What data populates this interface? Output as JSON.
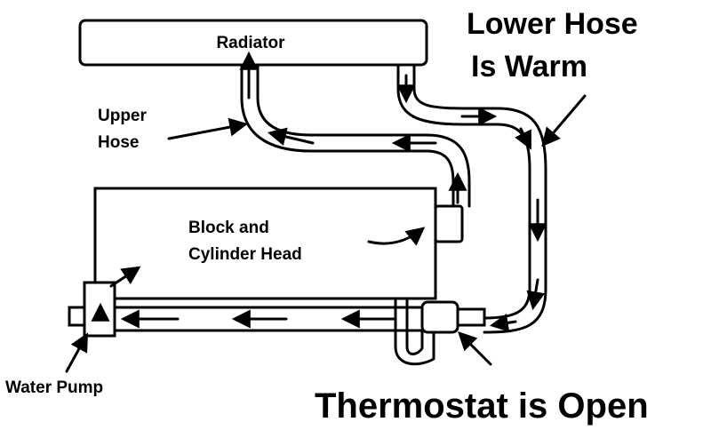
{
  "labels": {
    "radiator": "Radiator",
    "upper_hose_1": "Upper",
    "upper_hose_2": "Hose",
    "block_1": "Block and",
    "block_2": "Cylinder Head",
    "lower_hose_1": "Lower Hose",
    "lower_hose_2": "Is Warm",
    "water_pump": "Water Pump",
    "thermostat": "Thermostat is Open"
  },
  "colors": {
    "ink": "#000000",
    "paper": "#ffffff"
  }
}
